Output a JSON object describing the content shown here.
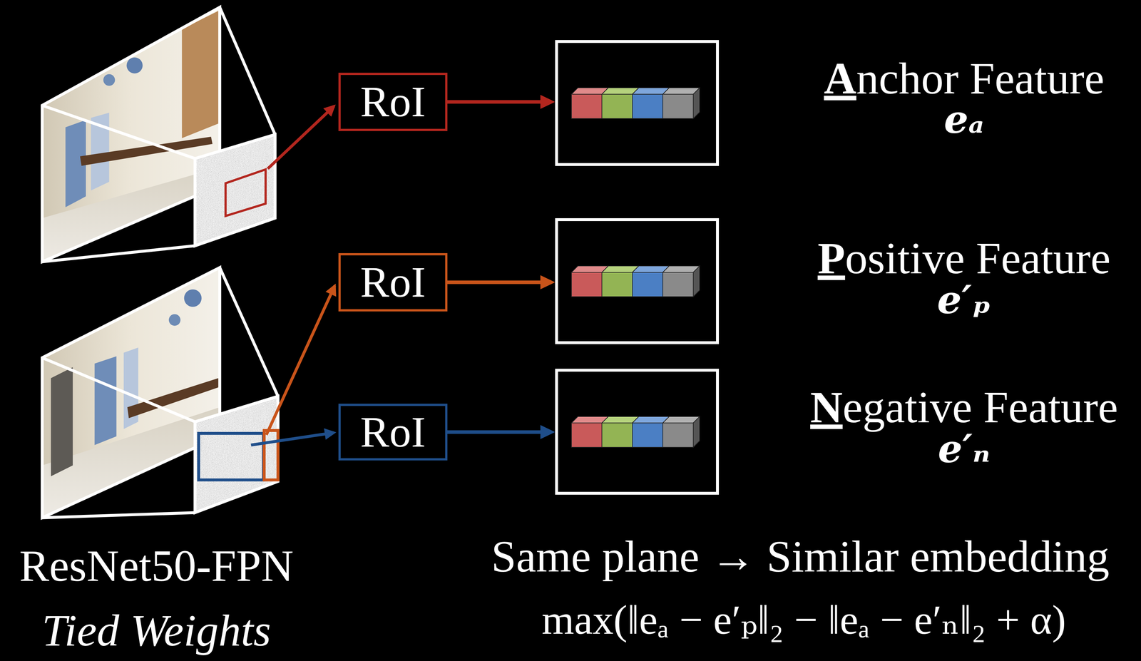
{
  "diagram": {
    "nodes": [
      {
        "text": [
          "RoI"
        ]
      },
      {
        "text": [
          "Anchor Feature",
          "eₐ"
        ]
      },
      {
        "text": [
          "RoI"
        ]
      },
      {
        "text": [
          "Positive Feature",
          "e′ₚ"
        ]
      },
      {
        "text": [
          "RoI"
        ]
      },
      {
        "text": [
          "Negative Feature",
          "e′ₙ"
        ]
      }
    ],
    "edges": [
      {
        "from": 0,
        "to": 1,
        "arrow": "to"
      },
      {
        "from": 2,
        "to": 3,
        "arrow": "to"
      },
      {
        "from": 4,
        "to": 5,
        "arrow": "to"
      }
    ],
    "labels": [
      "Same plane → Similar embedding",
      "max(‖eₐ − e′ₚ‖₂ − ‖eₐ − e′ₙ‖₂ + α)",
      "ResNet50-FPN",
      "Tied Weights"
    ]
  }
}
